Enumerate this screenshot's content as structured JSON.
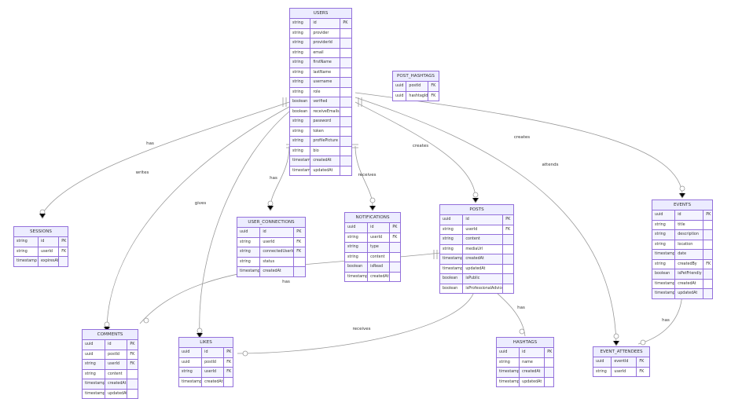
{
  "entities": {
    "users": {
      "title": "USERS",
      "rows": [
        [
          "string",
          "id",
          "PK"
        ],
        [
          "string",
          "provider",
          ""
        ],
        [
          "string",
          "providerId",
          ""
        ],
        [
          "string",
          "email",
          ""
        ],
        [
          "string",
          "firstName",
          ""
        ],
        [
          "string",
          "lastName",
          ""
        ],
        [
          "string",
          "username",
          ""
        ],
        [
          "string",
          "role",
          ""
        ],
        [
          "boolean",
          "verified",
          ""
        ],
        [
          "boolean",
          "receiveEmails",
          ""
        ],
        [
          "string",
          "password",
          ""
        ],
        [
          "string",
          "token",
          ""
        ],
        [
          "string",
          "profilePicture",
          ""
        ],
        [
          "string",
          "bio",
          ""
        ],
        [
          "timestamp",
          "createdAt",
          ""
        ],
        [
          "timestamp",
          "updatedAt",
          ""
        ]
      ]
    },
    "post_hashtags": {
      "title": "POST_HASHTAGS",
      "rows": [
        [
          "uuid",
          "postId",
          "FK"
        ],
        [
          "uuid",
          "hashtagId",
          "FK"
        ]
      ]
    },
    "sessions": {
      "title": "SESSIONS",
      "rows": [
        [
          "string",
          "id",
          "PK"
        ],
        [
          "string",
          "userId",
          "FK"
        ],
        [
          "timestamp",
          "expiresAt",
          ""
        ]
      ]
    },
    "user_connections": {
      "title": "USER_CONNECTIONS",
      "rows": [
        [
          "uuid",
          "id",
          "PK"
        ],
        [
          "string",
          "userId",
          "FK"
        ],
        [
          "string",
          "connectedUserId",
          "FK"
        ],
        [
          "string",
          "status",
          ""
        ],
        [
          "timestamp",
          "createdAt",
          ""
        ]
      ]
    },
    "notifications": {
      "title": "NOTIFICATIONS",
      "rows": [
        [
          "uuid",
          "id",
          "PK"
        ],
        [
          "string",
          "userId",
          "FK"
        ],
        [
          "string",
          "type",
          ""
        ],
        [
          "string",
          "content",
          ""
        ],
        [
          "boolean",
          "isRead",
          ""
        ],
        [
          "timestamp",
          "createdAt",
          ""
        ]
      ]
    },
    "posts": {
      "title": "POSTS",
      "rows": [
        [
          "uuid",
          "id",
          "PK"
        ],
        [
          "string",
          "userId",
          "FK"
        ],
        [
          "string",
          "content",
          ""
        ],
        [
          "string",
          "mediaUrl",
          ""
        ],
        [
          "timestamp",
          "createdAt",
          ""
        ],
        [
          "timestamp",
          "updatedAt",
          ""
        ],
        [
          "boolean",
          "isPublic",
          ""
        ],
        [
          "boolean",
          "isProfessionalAdvice",
          ""
        ]
      ]
    },
    "events": {
      "title": "EVENTS",
      "rows": [
        [
          "uuid",
          "id",
          "PK"
        ],
        [
          "string",
          "title",
          ""
        ],
        [
          "string",
          "description",
          ""
        ],
        [
          "string",
          "location",
          ""
        ],
        [
          "timestamp",
          "date",
          ""
        ],
        [
          "string",
          "createdBy",
          "FK"
        ],
        [
          "boolean",
          "isPetFriendly",
          ""
        ],
        [
          "timestamp",
          "createdAt",
          ""
        ],
        [
          "timestamp",
          "updatedAt",
          ""
        ]
      ]
    },
    "comments": {
      "title": "COMMENTS",
      "rows": [
        [
          "uuid",
          "id",
          "PK"
        ],
        [
          "uuid",
          "postId",
          "FK"
        ],
        [
          "string",
          "userId",
          "FK"
        ],
        [
          "string",
          "content",
          ""
        ],
        [
          "timestamp",
          "createdAt",
          ""
        ],
        [
          "timestamp",
          "updatedAt",
          ""
        ]
      ]
    },
    "likes": {
      "title": "LIKES",
      "rows": [
        [
          "uuid",
          "id",
          "PK"
        ],
        [
          "uuid",
          "postId",
          "FK"
        ],
        [
          "string",
          "userId",
          "FK"
        ],
        [
          "timestamp",
          "createdAt",
          ""
        ]
      ]
    },
    "hashtags": {
      "title": "HASHTAGS",
      "rows": [
        [
          "uuid",
          "id",
          "PK"
        ],
        [
          "string",
          "name",
          ""
        ],
        [
          "timestamp",
          "createdAt",
          ""
        ],
        [
          "timestamp",
          "updatedAt",
          ""
        ]
      ]
    },
    "event_attendees": {
      "title": "EVENT_ATTENDEES",
      "rows": [
        [
          "uuid",
          "eventId",
          "FK"
        ],
        [
          "string",
          "userId",
          "FK"
        ]
      ]
    }
  },
  "relationships": [
    {
      "id": "users-sessions",
      "label": "has"
    },
    {
      "id": "users-comments",
      "label": "writes"
    },
    {
      "id": "users-likes",
      "label": "gives"
    },
    {
      "id": "users-connections",
      "label": "has"
    },
    {
      "id": "users-notifications",
      "label": "receives"
    },
    {
      "id": "users-posts",
      "label": "creates"
    },
    {
      "id": "users-attendees",
      "label": "attends"
    },
    {
      "id": "users-events",
      "label": "creates"
    },
    {
      "id": "posts-comments",
      "label": "has"
    },
    {
      "id": "posts-likes",
      "label": "receives"
    },
    {
      "id": "posts-hashtags",
      "label": "has"
    },
    {
      "id": "events-attendees",
      "label": "has"
    }
  ],
  "colors": {
    "border": "#9370DB",
    "header": "#ECECFF",
    "row_alt": "#F4F4FF",
    "line": "#999999",
    "text": "#333333"
  }
}
